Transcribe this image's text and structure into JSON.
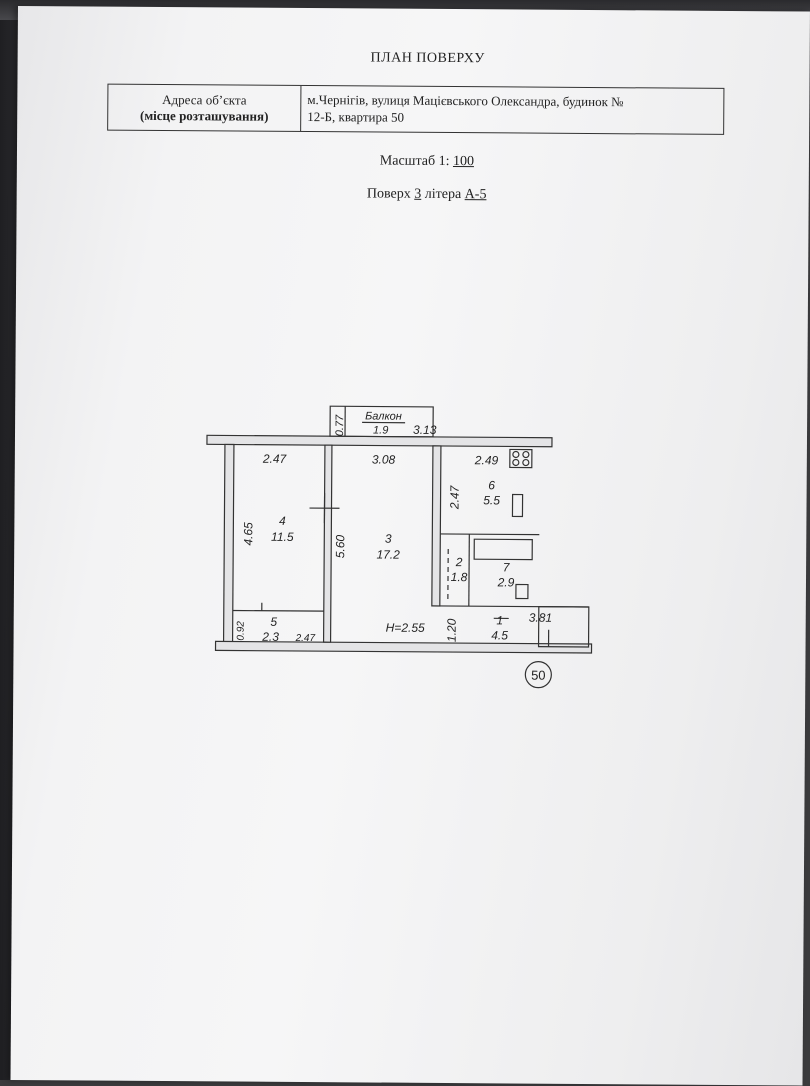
{
  "document": {
    "title": "ПЛАН ПОВЕРХУ",
    "address_label_line1": "Адреса об’єкта",
    "address_label_line2": "(місце розташування)",
    "address_value_line1": "м.Чернігів, вулиця Мацієвського Олександра, будинок №",
    "address_value_line2": "12-Б, квартира 50",
    "scale_prefix": "Масштаб 1:",
    "scale_value": "100",
    "floor_prefix": "Поверх",
    "floor_number": "3",
    "floor_mid": "літера",
    "floor_letter": "А-5"
  },
  "plan": {
    "balcony_label": "Балкон",
    "balcony_area": "1.9",
    "balcony_depth": "0.77",
    "balcony_width": "3.13",
    "room4_width": "2.47",
    "room4_length": "4.65",
    "room4_number": "4",
    "room4_area": "11.5",
    "room3_width": "3.08",
    "room3_length": "5.60",
    "room3_number": "3",
    "room3_area": "17.2",
    "room6_width": "2.49",
    "room6_length": "2.47",
    "room6_number": "6",
    "room6_area": "5.5",
    "room2_number": "2",
    "room2_area": "1.8",
    "room7_number": "7",
    "room7_area": "2.9",
    "room5_depth": "0.92",
    "room5_number": "5",
    "room5_area": "2.3",
    "room5_width": "2.47",
    "room1_depth": "1.20",
    "room1_number": "1",
    "room1_area": "4.5",
    "room1_width": "3.81",
    "height": "H=2.55",
    "apartment_number": "50"
  }
}
